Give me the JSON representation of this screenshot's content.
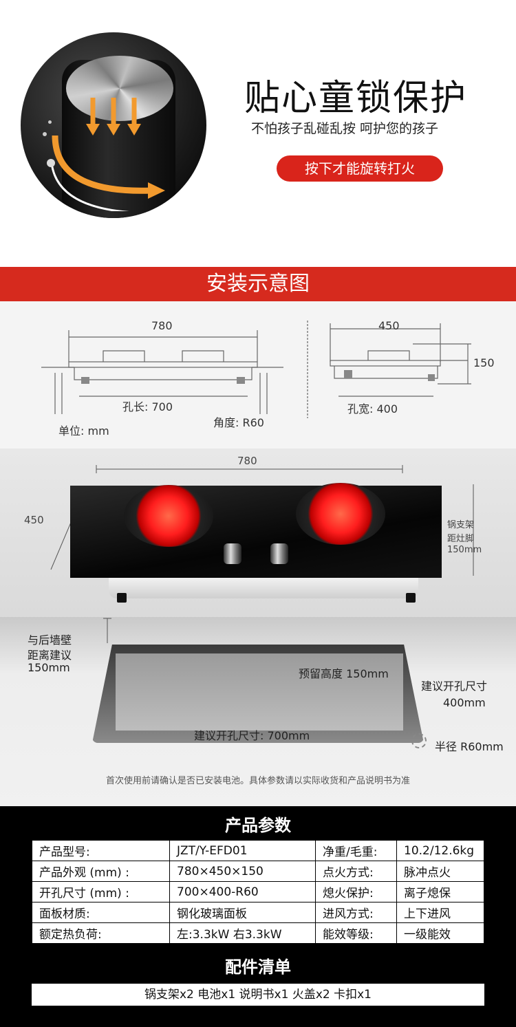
{
  "lock": {
    "title": "贴心童锁保护",
    "subtitle": "不怕孩子乱碰乱按  呵护您的孩子",
    "pill": "按下才能旋转打火"
  },
  "install": {
    "header": "安装示意图",
    "left_width": "780",
    "left_hole": "孔长: 700",
    "unit": "单位: mm",
    "angle": "角度: R60",
    "right_width": "450",
    "right_height": "150",
    "right_hole": "孔宽: 400"
  },
  "photo": {
    "width": "780",
    "depth": "450",
    "side_note_1": "锅支架",
    "side_note_2": "距灶脚",
    "side_note_3": "150mm"
  },
  "cutout": {
    "wall_1": "与后墙壁",
    "wall_2": "距离建议",
    "wall_3": "150mm",
    "reserve": "预留高度  150mm",
    "side_1": "建议开孔尺寸",
    "side_2": "400mm",
    "bottom": "建议开孔尺寸: 700mm",
    "radius": "半径  R60mm",
    "note": "首次使用前请确认是否已安装电池。具体参数请以实际收货和产品说明书为准"
  },
  "params": {
    "title": "产品参数",
    "rows": [
      [
        "产品型号:",
        "JZT/Y-EFD01",
        "净重/毛重:",
        "10.2/12.6kg"
      ],
      [
        "产品外观 (mm) :",
        "780×450×150",
        "点火方式:",
        "脉冲点火"
      ],
      [
        "开孔尺寸 (mm) :",
        "700×400-R60",
        "熄火保护:",
        "离子熄保"
      ],
      [
        "面板材质:",
        "钢化玻璃面板",
        "进风方式:",
        "上下进风"
      ],
      [
        "额定热负荷:",
        "左:3.3kW  右3.3kW",
        "能效等级:",
        "一级能效"
      ]
    ],
    "acc_title": "配件清单",
    "acc_list": "锅支架x2    电池x1   说明书x1   火盖x2   卡扣x1"
  }
}
